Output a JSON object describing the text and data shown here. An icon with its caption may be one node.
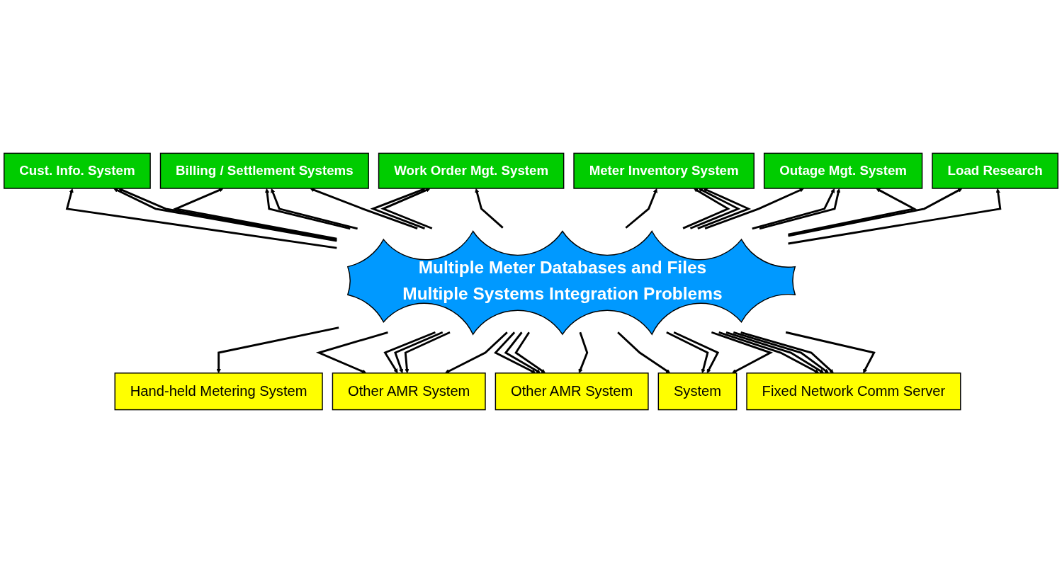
{
  "diagram": {
    "nodes": [
      {
        "text": [
          "Cust. Info. System"
        ]
      },
      {
        "text": [
          "Billing / Settlement Systems"
        ]
      },
      {
        "text": [
          "Work Order Mgt. System"
        ]
      },
      {
        "text": [
          "Meter Inventory System"
        ]
      },
      {
        "text": [
          "Outage Mgt. System"
        ]
      },
      {
        "text": [
          "Load Research"
        ]
      },
      {
        "text": [
          "Multiple Meter Databases and Files",
          "Multiple Systems Integration Problems"
        ]
      },
      {
        "text": [
          "Hand-held Metering System"
        ]
      },
      {
        "text": [
          "Other AMR System"
        ]
      },
      {
        "text": [
          "Other AMR System"
        ]
      },
      {
        "text": [
          "System"
        ]
      },
      {
        "text": [
          "Fixed Network Comm Server"
        ]
      }
    ],
    "edges": [
      {
        "from": 6,
        "to": 0,
        "arrow": "to"
      },
      {
        "from": 6,
        "to": 0,
        "arrow": "to"
      },
      {
        "from": 6,
        "to": 0,
        "arrow": "to"
      },
      {
        "from": 6,
        "to": 1,
        "arrow": "to"
      },
      {
        "from": 6,
        "to": 1,
        "arrow": "to"
      },
      {
        "from": 6,
        "to": 1,
        "arrow": "to"
      },
      {
        "from": 6,
        "to": 1,
        "arrow": "to"
      },
      {
        "from": 6,
        "to": 2,
        "arrow": "to"
      },
      {
        "from": 6,
        "to": 2,
        "arrow": "to"
      },
      {
        "from": 6,
        "to": 2,
        "arrow": "to"
      },
      {
        "from": 6,
        "to": 3,
        "arrow": "to"
      },
      {
        "from": 6,
        "to": 3,
        "arrow": "to"
      },
      {
        "from": 6,
        "to": 3,
        "arrow": "to"
      },
      {
        "from": 6,
        "to": 3,
        "arrow": "to"
      },
      {
        "from": 6,
        "to": 4,
        "arrow": "to"
      },
      {
        "from": 6,
        "to": 4,
        "arrow": "to"
      },
      {
        "from": 6,
        "to": 4,
        "arrow": "to"
      },
      {
        "from": 6,
        "to": 4,
        "arrow": "to"
      },
      {
        "from": 6,
        "to": 5,
        "arrow": "to"
      },
      {
        "from": 6,
        "to": 5,
        "arrow": "to"
      },
      {
        "from": 6,
        "to": 7,
        "arrow": "to"
      },
      {
        "from": 6,
        "to": 8,
        "arrow": "to"
      },
      {
        "from": 6,
        "to": 8,
        "arrow": "to"
      },
      {
        "from": 6,
        "to": 8,
        "arrow": "to"
      },
      {
        "from": 6,
        "to": 8,
        "arrow": "to"
      },
      {
        "from": 6,
        "to": 8,
        "arrow": "to"
      },
      {
        "from": 6,
        "to": 9,
        "arrow": "to"
      },
      {
        "from": 6,
        "to": 9,
        "arrow": "to"
      },
      {
        "from": 6,
        "to": 9,
        "arrow": "to"
      },
      {
        "from": 6,
        "to": 9,
        "arrow": "to"
      },
      {
        "from": 6,
        "to": 10,
        "arrow": "to"
      },
      {
        "from": 6,
        "to": 10,
        "arrow": "to"
      },
      {
        "from": 6,
        "to": 10,
        "arrow": "to"
      },
      {
        "from": 6,
        "to": 10,
        "arrow": "to"
      },
      {
        "from": 6,
        "to": 11,
        "arrow": "to"
      },
      {
        "from": 6,
        "to": 11,
        "arrow": "to"
      },
      {
        "from": 6,
        "to": 11,
        "arrow": "to"
      },
      {
        "from": 6,
        "to": 11,
        "arrow": "to"
      },
      {
        "from": 6,
        "to": 11,
        "arrow": "to"
      }
    ]
  }
}
